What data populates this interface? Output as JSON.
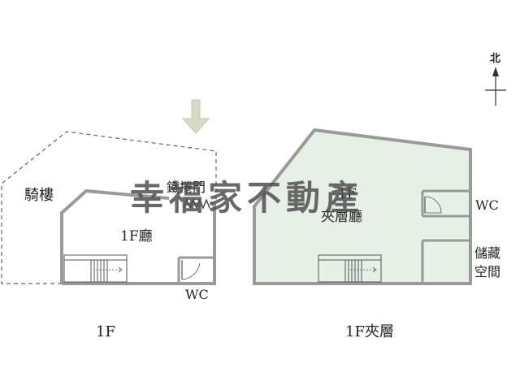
{
  "floor_plan": {
    "left_plan": {
      "arcade_label": "騎樓",
      "shutter_label": "鐵捲門",
      "hall_label": "1F廳",
      "wc_label": "WC",
      "caption": "1F"
    },
    "right_plan": {
      "hall_line1": "1F",
      "hall_line2": "夾層廳",
      "wc_label": "WC",
      "storage_line1": "儲藏",
      "storage_line2": "空間",
      "caption": "1F夾層"
    },
    "compass": {
      "label": "北"
    },
    "watermark": "幸福家不動產",
    "colors": {
      "wall": "#999999",
      "mezzanine_fill": "#e6f0e6",
      "entrance_arrow": "#d4dcc4",
      "watermark": "#4f4f4f",
      "text": "#222222"
    },
    "icons": [
      "entrance-arrow-icon",
      "north-arrow-icon",
      "stairs-icon",
      "door-icon",
      "shutter-icon"
    ]
  }
}
